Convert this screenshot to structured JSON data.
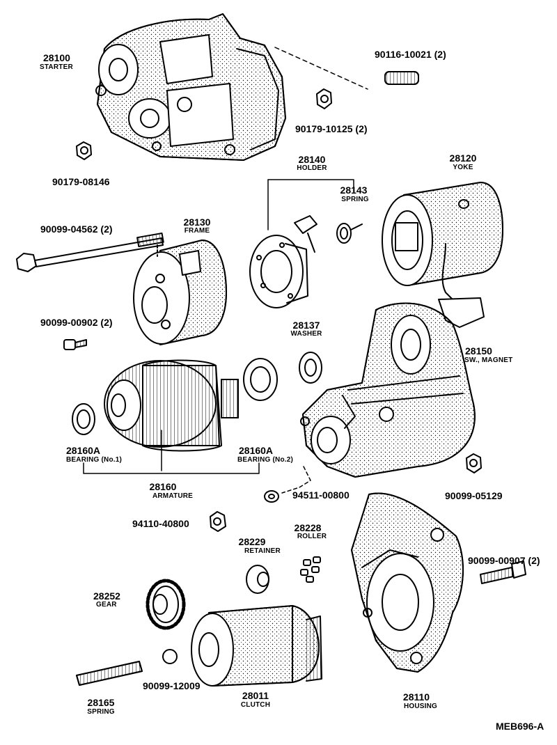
{
  "diagram_code": "MEB696-A",
  "parts": {
    "starter": {
      "number": "28100",
      "name": "STARTER"
    },
    "stud": {
      "number": "90116-10021 (2)"
    },
    "nut_a": {
      "number": "90179-10125 (2)"
    },
    "nut_b": {
      "number": "90179-08146"
    },
    "holder": {
      "number": "28140",
      "name": "HOLDER"
    },
    "yoke": {
      "number": "28120",
      "name": "YOKE"
    },
    "spring_b": {
      "number": "28143",
      "name": "SPRING"
    },
    "bolt_long": {
      "number": "90099-04562 (2)"
    },
    "frame": {
      "number": "28130",
      "name": "FRAME"
    },
    "screw": {
      "number": "90099-00902 (2)"
    },
    "washer": {
      "number": "28137",
      "name": "WASHER"
    },
    "magnet": {
      "number": "28150",
      "name": "SW., MAGNET"
    },
    "bearing1": {
      "number": "28160A",
      "name": "BEARING (No.1)"
    },
    "bearing2": {
      "number": "28160A",
      "name": "BEARING (No.2)"
    },
    "armature": {
      "number": "28160",
      "name": "ARMATURE"
    },
    "nut_c": {
      "number": "90099-05129"
    },
    "oring": {
      "number": "94511-00800"
    },
    "nut_d": {
      "number": "94110-40800"
    },
    "roller": {
      "number": "28228",
      "name": "ROLLER"
    },
    "retainer": {
      "number": "28229",
      "name": "RETAINER"
    },
    "bolt_h": {
      "number": "90099-00907 (2)"
    },
    "gear": {
      "number": "28252",
      "name": "GEAR"
    },
    "ball": {
      "number": "90099-12009"
    },
    "spring": {
      "number": "28165",
      "name": "SPRING"
    },
    "clutch": {
      "number": "28011",
      "name": "CLUTCH"
    },
    "housing": {
      "number": "28110",
      "name": "HOUSING"
    }
  }
}
